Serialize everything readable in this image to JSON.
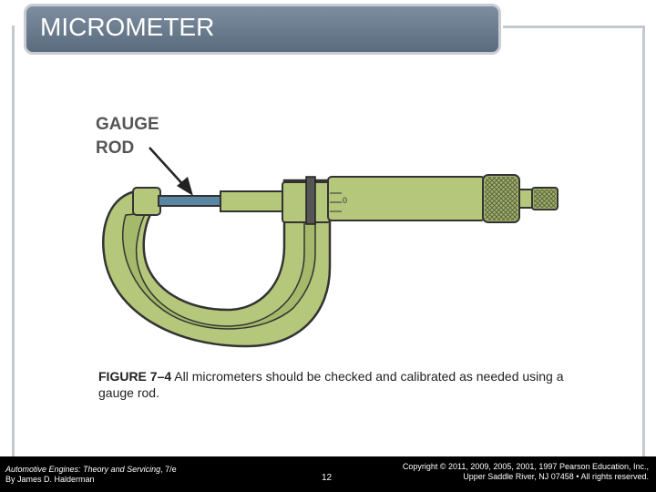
{
  "slide": {
    "title": "MICROMETER"
  },
  "figure": {
    "label_gauge": "GAUGE",
    "label_rod": "ROD",
    "scale_zero": "0",
    "caption_number": "FIGURE 7–4",
    "caption_text": " All micrometers should be checked and calibrated as needed using a gauge rod."
  },
  "footer": {
    "book_title": "Automotive Engines: Theory and Servicing",
    "edition": ", 7/e",
    "author": "By James D. Halderman",
    "page_number": "12",
    "copyright": "Copyright © 2011, 2009, 2005, 2001, 1997 Pearson Education, Inc.,",
    "address": "Upper Saddle River, NJ 07458 • All rights reserved."
  },
  "colors": {
    "frame_green": "#b4c77a",
    "rod_blue": "#5a86a3",
    "footer_bg": "#000000"
  }
}
